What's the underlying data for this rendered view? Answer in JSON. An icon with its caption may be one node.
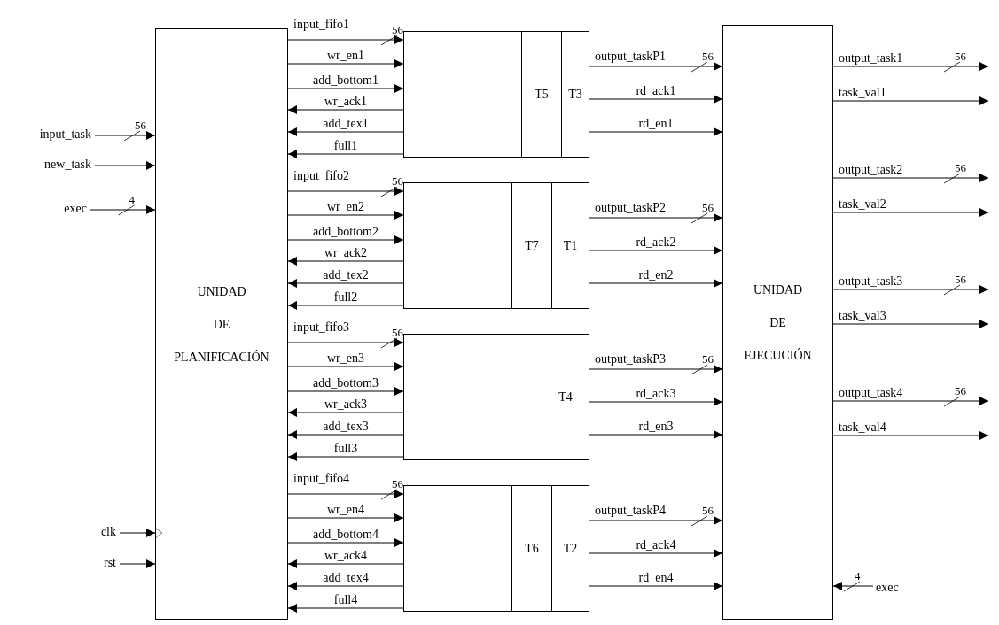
{
  "diagram": {
    "nodes": [
      {
        "text": [
          "UNIDAD DE PLANIFICACIÓN"
        ]
      },
      {
        "text": [],
        "shape": "box"
      },
      {
        "text": [
          "T5"
        ],
        "in": 1
      },
      {
        "text": [
          "T3"
        ],
        "in": 1
      },
      {
        "text": [],
        "shape": "box"
      },
      {
        "text": [
          "T7"
        ],
        "in": 4
      },
      {
        "text": [
          "T1"
        ],
        "in": 4
      },
      {
        "text": [],
        "shape": "box"
      },
      {
        "text": [
          "T4"
        ],
        "in": 7
      },
      {
        "text": [],
        "shape": "box"
      },
      {
        "text": [
          "T6"
        ],
        "in": 9
      },
      {
        "text": [
          "T2"
        ],
        "in": 9
      },
      {
        "text": [
          "UNIDAD DE EJECUCIÓN"
        ]
      }
    ],
    "edges": [
      {
        "from": null,
        "to": 0,
        "arrow": "to",
        "label": "input_task"
      },
      {
        "from": null,
        "to": 0,
        "arrow": "to",
        "label": "new_task"
      },
      {
        "from": null,
        "to": 0,
        "arrow": "to",
        "label": "exec"
      },
      {
        "from": null,
        "to": 0,
        "arrow": "to",
        "label": "clk"
      },
      {
        "from": null,
        "to": 0,
        "arrow": "to",
        "label": "rst"
      },
      {
        "from": 0,
        "to": 1,
        "arrow": "to",
        "label": "input_fifo1"
      },
      {
        "from": 0,
        "to": 1,
        "arrow": "to",
        "label": "wr_en1"
      },
      {
        "from": 0,
        "to": 1,
        "arrow": "to",
        "label": "add_bottom1"
      },
      {
        "from": 1,
        "to": 0,
        "arrow": "to",
        "label": "wr_ack1"
      },
      {
        "from": 1,
        "to": 0,
        "arrow": "to",
        "label": "add_tex1"
      },
      {
        "from": 1,
        "to": 0,
        "arrow": "to",
        "label": "full1"
      },
      {
        "from": 1,
        "to": 12,
        "arrow": "to",
        "label": "output_taskP1"
      },
      {
        "from": 1,
        "to": 12,
        "arrow": "to",
        "label": "rd_ack1"
      },
      {
        "from": 1,
        "to": 12,
        "arrow": "to",
        "label": "rd_en1"
      },
      {
        "from": 0,
        "to": 4,
        "arrow": "to",
        "label": "input_fifo2"
      },
      {
        "from": 0,
        "to": 4,
        "arrow": "to",
        "label": "wr_en2"
      },
      {
        "from": 0,
        "to": 4,
        "arrow": "to",
        "label": "add_bottom2"
      },
      {
        "from": 4,
        "to": 0,
        "arrow": "to",
        "label": "wr_ack2"
      },
      {
        "from": 4,
        "to": 0,
        "arrow": "to",
        "label": "add_tex2"
      },
      {
        "from": 4,
        "to": 0,
        "arrow": "to",
        "label": "full2"
      },
      {
        "from": 4,
        "to": 12,
        "arrow": "to",
        "label": "output_taskP2"
      },
      {
        "from": 4,
        "to": 12,
        "arrow": "to",
        "label": "rd_ack2"
      },
      {
        "from": 4,
        "to": 12,
        "arrow": "to",
        "label": "rd_en2"
      },
      {
        "from": 0,
        "to": 7,
        "arrow": "to",
        "label": "input_fifo3"
      },
      {
        "from": 0,
        "to": 7,
        "arrow": "to",
        "label": "wr_en3"
      },
      {
        "from": 0,
        "to": 7,
        "arrow": "to",
        "label": "add_bottom3"
      },
      {
        "from": 7,
        "to": 0,
        "arrow": "to",
        "label": "wr_ack3"
      },
      {
        "from": 7,
        "to": 0,
        "arrow": "to",
        "label": "add_tex3"
      },
      {
        "from": 7,
        "to": 0,
        "arrow": "to",
        "label": "full3"
      },
      {
        "from": 7,
        "to": 12,
        "arrow": "to",
        "label": "output_taskP3"
      },
      {
        "from": 7,
        "to": 12,
        "arrow": "to",
        "label": "rd_ack3"
      },
      {
        "from": 7,
        "to": 12,
        "arrow": "to",
        "label": "rd_en3"
      },
      {
        "from": 0,
        "to": 9,
        "arrow": "to",
        "label": "input_fifo4"
      },
      {
        "from": 0,
        "to": 9,
        "arrow": "to",
        "label": "wr_en4"
      },
      {
        "from": 0,
        "to": 9,
        "arrow": "to",
        "label": "add_bottom4"
      },
      {
        "from": 9,
        "to": 0,
        "arrow": "to",
        "label": "wr_ack4"
      },
      {
        "from": 9,
        "to": 0,
        "arrow": "to",
        "label": "add_tex4"
      },
      {
        "from": 9,
        "to": 0,
        "arrow": "to",
        "label": "full4"
      },
      {
        "from": 9,
        "to": 12,
        "arrow": "to",
        "label": "output_taskP4"
      },
      {
        "from": 9,
        "to": 12,
        "arrow": "to",
        "label": "rd_ack4"
      },
      {
        "from": 9,
        "to": 12,
        "arrow": "to",
        "label": "rd_en4"
      },
      {
        "from": 12,
        "to": null,
        "arrow": "to",
        "label": "output_task1"
      },
      {
        "from": 12,
        "to": null,
        "arrow": "to",
        "label": "task_val1"
      },
      {
        "from": 12,
        "to": null,
        "arrow": "to",
        "label": "output_task2"
      },
      {
        "from": 12,
        "to": null,
        "arrow": "to",
        "label": "task_val2"
      },
      {
        "from": 12,
        "to": null,
        "arrow": "to",
        "label": "output_task3"
      },
      {
        "from": 12,
        "to": null,
        "arrow": "to",
        "label": "task_val3"
      },
      {
        "from": 12,
        "to": null,
        "arrow": "to",
        "label": "output_task4"
      },
      {
        "from": 12,
        "to": null,
        "arrow": "to",
        "label": "task_val4"
      },
      {
        "from": null,
        "to": 12,
        "arrow": "to",
        "label": "exec"
      }
    ],
    "labels": [
      "56",
      "56",
      "56",
      "56",
      "56",
      "56",
      "4",
      "56",
      "56",
      "56",
      "56",
      "56",
      "56",
      "56",
      "4"
    ]
  }
}
